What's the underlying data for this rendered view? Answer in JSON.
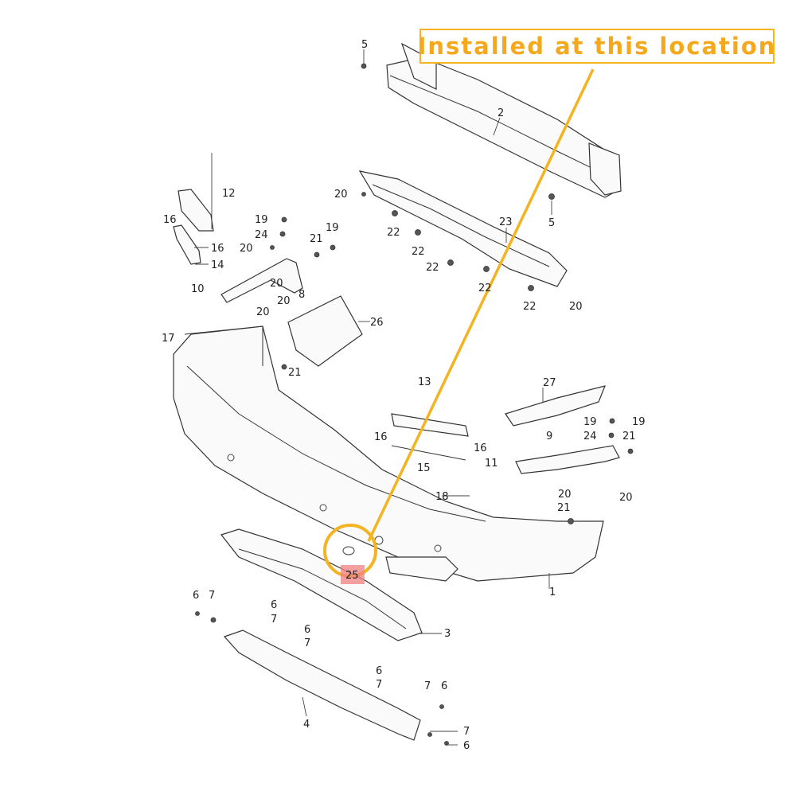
{
  "callout": {
    "text": "Installed at this location",
    "color": "#f4b321"
  },
  "highlight_color": "#f4b321",
  "marker_color": "#f08080",
  "labels": [
    {
      "id": "l5a",
      "text": "5"
    },
    {
      "id": "l2",
      "text": "2"
    },
    {
      "id": "l5b",
      "text": "5"
    },
    {
      "id": "l12",
      "text": "12"
    },
    {
      "id": "l16a",
      "text": "16"
    },
    {
      "id": "l16b",
      "text": "16"
    },
    {
      "id": "l14",
      "text": "14"
    },
    {
      "id": "l19a",
      "text": "19"
    },
    {
      "id": "l24a",
      "text": "24"
    },
    {
      "id": "l19b",
      "text": "19"
    },
    {
      "id": "l21a",
      "text": "21"
    },
    {
      "id": "l20a",
      "text": "20"
    },
    {
      "id": "l20b",
      "text": "20"
    },
    {
      "id": "l8",
      "text": "8"
    },
    {
      "id": "l20c",
      "text": "20"
    },
    {
      "id": "l20d",
      "text": "20"
    },
    {
      "id": "l22a",
      "text": "22"
    },
    {
      "id": "l22b",
      "text": "22"
    },
    {
      "id": "l22c",
      "text": "22"
    },
    {
      "id": "l22d",
      "text": "22"
    },
    {
      "id": "l22e",
      "text": "22"
    },
    {
      "id": "l23",
      "text": "23"
    },
    {
      "id": "l20e",
      "text": "20"
    },
    {
      "id": "l10",
      "text": "10"
    },
    {
      "id": "l17",
      "text": "17"
    },
    {
      "id": "l20f",
      "text": "20"
    },
    {
      "id": "l26",
      "text": "26"
    },
    {
      "id": "l21b",
      "text": "21"
    },
    {
      "id": "l27",
      "text": "27"
    },
    {
      "id": "l13",
      "text": "13"
    },
    {
      "id": "l16c",
      "text": "16"
    },
    {
      "id": "l16d",
      "text": "16"
    },
    {
      "id": "l15",
      "text": "15"
    },
    {
      "id": "l19c",
      "text": "19"
    },
    {
      "id": "l19d",
      "text": "19"
    },
    {
      "id": "l24b",
      "text": "24"
    },
    {
      "id": "l9",
      "text": "9"
    },
    {
      "id": "l21c",
      "text": "21"
    },
    {
      "id": "l11",
      "text": "11"
    },
    {
      "id": "l20g",
      "text": "20"
    },
    {
      "id": "l20h",
      "text": "20"
    },
    {
      "id": "l18",
      "text": "18"
    },
    {
      "id": "l21d",
      "text": "21"
    },
    {
      "id": "l25",
      "text": "25"
    },
    {
      "id": "l1",
      "text": "1"
    },
    {
      "id": "l3",
      "text": "3"
    },
    {
      "id": "l6a",
      "text": "6"
    },
    {
      "id": "l7a",
      "text": "7"
    },
    {
      "id": "l6b",
      "text": "6"
    },
    {
      "id": "l7b",
      "text": "7"
    },
    {
      "id": "l6c",
      "text": "6"
    },
    {
      "id": "l7c",
      "text": "7"
    },
    {
      "id": "l6d",
      "text": "6"
    },
    {
      "id": "l7d",
      "text": "7"
    },
    {
      "id": "l7e",
      "text": "7"
    },
    {
      "id": "l6e",
      "text": "6"
    },
    {
      "id": "l4",
      "text": "4"
    },
    {
      "id": "l7f",
      "text": "7"
    },
    {
      "id": "l6f",
      "text": "6"
    }
  ]
}
